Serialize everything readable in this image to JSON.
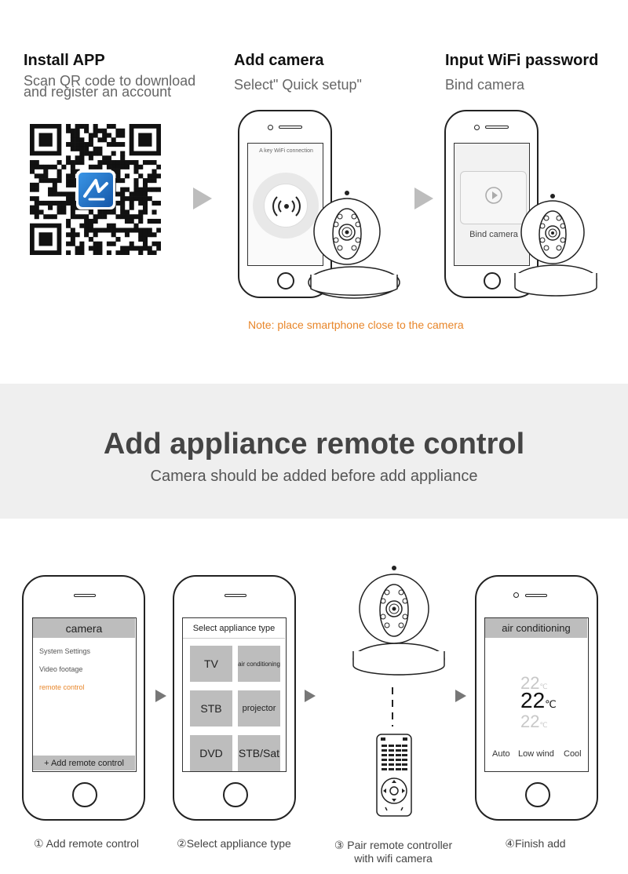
{
  "steps": [
    {
      "title": "Install APP",
      "subtitle_line1": "Scan QR code to download",
      "subtitle_line2": "and register an account"
    },
    {
      "title": "Add camera",
      "subtitle": "Select\" Quick setup\""
    },
    {
      "title": "Input WiFi password",
      "subtitle": "Bind camera"
    }
  ],
  "phone2": {
    "screen_label": "A key WiFi connection"
  },
  "phone3": {
    "screen_label": "Bind camera"
  },
  "note": "Note: place smartphone close to the camera",
  "banner": {
    "title": "Add appliance remote control",
    "subtitle": "Camera should be added before add appliance"
  },
  "remote_steps": {
    "s1": {
      "header": "camera",
      "items": [
        "System Settings",
        "Video footage",
        "remote control"
      ],
      "footer": "+ Add remote control",
      "caption": "① Add remote control"
    },
    "s2": {
      "header": "Select appliance type",
      "buttons": [
        "TV",
        "air conditioning",
        "STB",
        "projector",
        "DVD",
        "STB/Sat"
      ],
      "caption": "②Select appliance type"
    },
    "s3": {
      "caption_line1": "③ Pair remote controller",
      "caption_line2": "with wifi camera"
    },
    "s4": {
      "header": "air conditioning",
      "temp": "22",
      "unit": "℃",
      "modes": [
        "Auto",
        "Low wind",
        "Cool"
      ],
      "caption": "④Finish add"
    }
  },
  "colors": {
    "accent_orange": "#e8862a",
    "logo_blue": "#1f73c7"
  }
}
